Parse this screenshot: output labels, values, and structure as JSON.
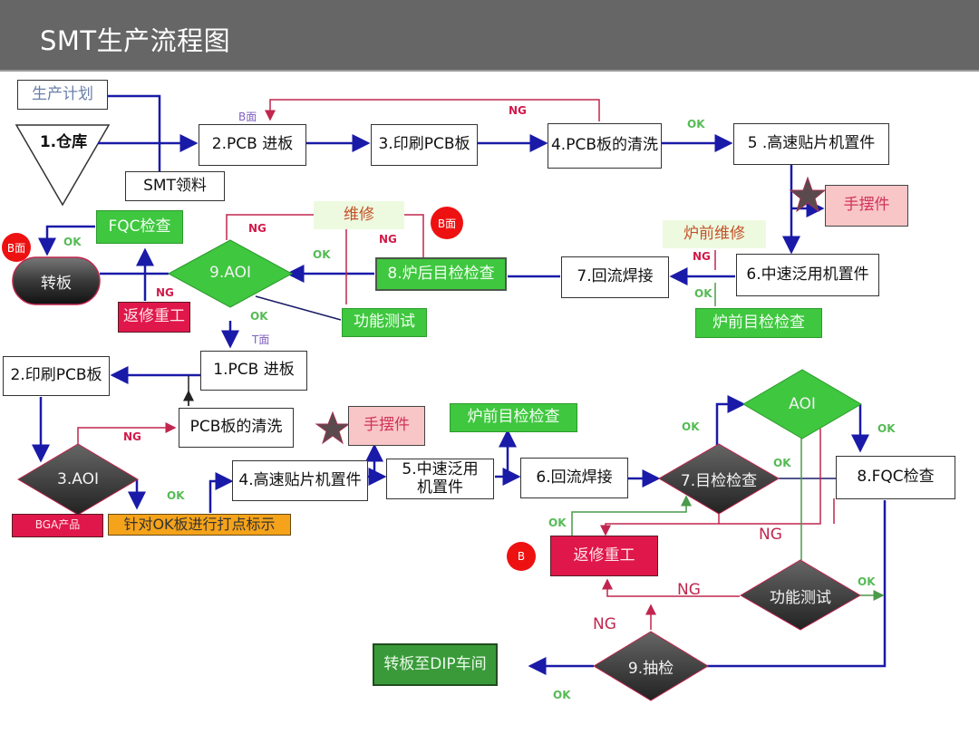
{
  "header": {
    "title": "SMT生产流程图"
  },
  "top_flow": {
    "production_plan": "生产计划",
    "warehouse": "1.仓库",
    "smt_material": "SMT领料",
    "pcb_in": "2.PCB 进板",
    "print_pcb": "3.印刷PCB板",
    "pcb_clean": "4.PCB板的清洗",
    "high_speed": "5 .高速贴片机置件",
    "hand_place": "手摆件",
    "mid_speed": "6.中速泛用机置件",
    "pre_furnace_repair": "炉前维修",
    "pre_furnace_check": "炉前目检检查",
    "reflow": "7.回流焊接",
    "post_furnace_check": "8.炉后目检检查",
    "repair": "维修",
    "aoi": "9.AOI",
    "function_test": "功能测试",
    "fqc": "FQC检查",
    "rework": "返修重工",
    "flip_board": "转板"
  },
  "bottom_flow": {
    "pcb_in": "1.PCB 进板",
    "print_pcb": "2.印刷PCB板",
    "pcb_clean": "PCB板的清洗",
    "aoi": "3.AOI",
    "bga": "BGA产品",
    "mark_ok": "针对OK板进行打点标示",
    "high_speed": "4.高速贴片机置件",
    "hand_place": "手摆件",
    "mid_speed": "5.中速泛用\n机置件",
    "pre_furnace_check": "炉前目检检查",
    "reflow": "6.回流焊接",
    "visual_check": "7.目检检查",
    "aoi2": "AOI",
    "fqc": "8.FQC检查",
    "rework": "返修重工",
    "function_test": "功能测试",
    "sampling": "9.抽检",
    "to_dip": "转板至DIP车间"
  },
  "labels": {
    "ok": "OK",
    "ng": "NG",
    "b_side": "B面",
    "t_side": "T面",
    "b": "B"
  },
  "colors": {
    "flow_blue": "#1a1aa8",
    "ng_red": "#c0264e",
    "ok_green": "#4a9a4a",
    "header_gray": "#666666"
  }
}
